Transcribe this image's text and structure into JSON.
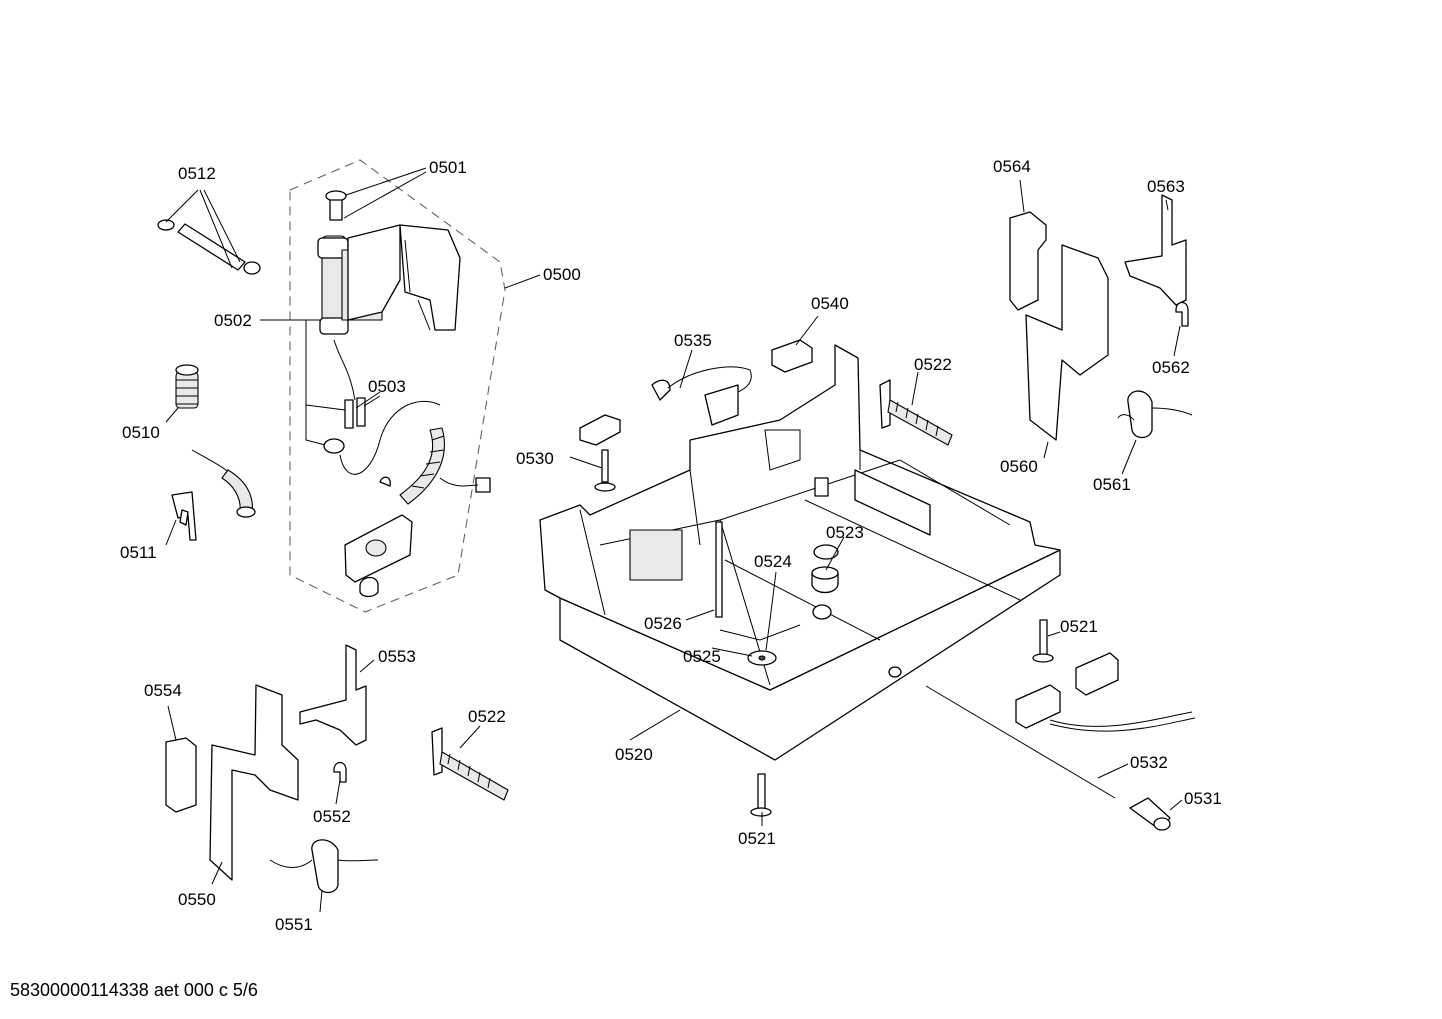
{
  "footer": "58300000114338 aet 000 c 5/6",
  "labels": [
    {
      "id": "0500",
      "text": "0500"
    },
    {
      "id": "0501",
      "text": "0501"
    },
    {
      "id": "0502",
      "text": "0502"
    },
    {
      "id": "0503",
      "text": "0503"
    },
    {
      "id": "0510",
      "text": "0510"
    },
    {
      "id": "0511",
      "text": "0511"
    },
    {
      "id": "0512",
      "text": "0512"
    },
    {
      "id": "0520",
      "text": "0520"
    },
    {
      "id": "0521a",
      "text": "0521"
    },
    {
      "id": "0521b",
      "text": "0521"
    },
    {
      "id": "0522a",
      "text": "0522"
    },
    {
      "id": "0522b",
      "text": "0522"
    },
    {
      "id": "0523",
      "text": "0523"
    },
    {
      "id": "0524",
      "text": "0524"
    },
    {
      "id": "0525",
      "text": "0525"
    },
    {
      "id": "0526",
      "text": "0526"
    },
    {
      "id": "0530",
      "text": "0530"
    },
    {
      "id": "0531",
      "text": "0531"
    },
    {
      "id": "0532",
      "text": "0532"
    },
    {
      "id": "0535",
      "text": "0535"
    },
    {
      "id": "0540",
      "text": "0540"
    },
    {
      "id": "0550",
      "text": "0550"
    },
    {
      "id": "0551",
      "text": "0551"
    },
    {
      "id": "0552",
      "text": "0552"
    },
    {
      "id": "0553",
      "text": "0553"
    },
    {
      "id": "0554",
      "text": "0554"
    },
    {
      "id": "0560",
      "text": "0560"
    },
    {
      "id": "0561",
      "text": "0561"
    },
    {
      "id": "0562",
      "text": "0562"
    },
    {
      "id": "0563",
      "text": "0563"
    },
    {
      "id": "0564",
      "text": "0564"
    }
  ]
}
